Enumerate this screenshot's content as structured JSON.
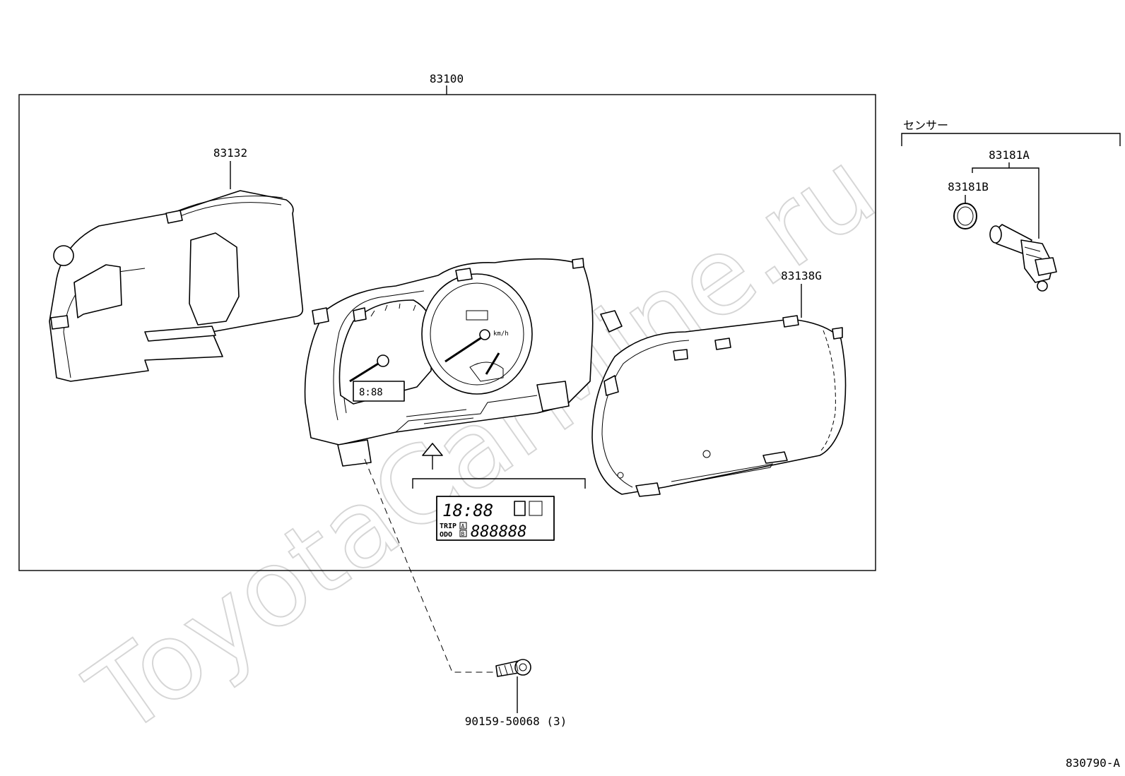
{
  "watermark": "ToyotaCarMine.ru",
  "labels": {
    "assembly": "83100",
    "hood": "83132",
    "glass": "83138G",
    "sensor_group": "センサー",
    "sensor": "83181A",
    "oring": "83181B",
    "screw": "90159-50068 (3)",
    "figure_id": "830790-A"
  },
  "lcd_detail": {
    "clock": "18:88",
    "trip": "TRIP",
    "odo": "ODO",
    "trip_a": "A",
    "trip_b": "B",
    "odometer": "888888"
  },
  "gauge": {
    "unit": "km/h"
  }
}
